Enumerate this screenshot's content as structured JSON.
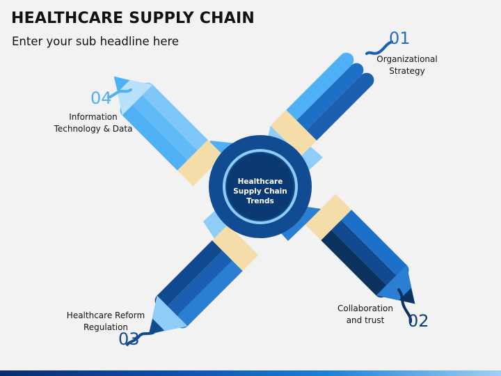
{
  "header": {
    "title": "HEALTHCARE SUPPLY CHAIN",
    "subtitle": "Enter your sub headline here"
  },
  "center": {
    "lines": [
      "Healthcare",
      "Supply Chain",
      "Trends"
    ]
  },
  "items": [
    {
      "number": "01",
      "lines": [
        "Organizational",
        "Strategy"
      ],
      "color": "#1e6fc8"
    },
    {
      "number": "02",
      "lines": [
        "Collaboration",
        "and trust"
      ],
      "color": "#0f3f7a"
    },
    {
      "number": "03",
      "lines": [
        "Healthcare Reform",
        "Regulation"
      ],
      "color": "#114c93"
    },
    {
      "number": "04",
      "lines": [
        "Information",
        "Technology & Data"
      ],
      "color": "#4fb0f5"
    }
  ]
}
